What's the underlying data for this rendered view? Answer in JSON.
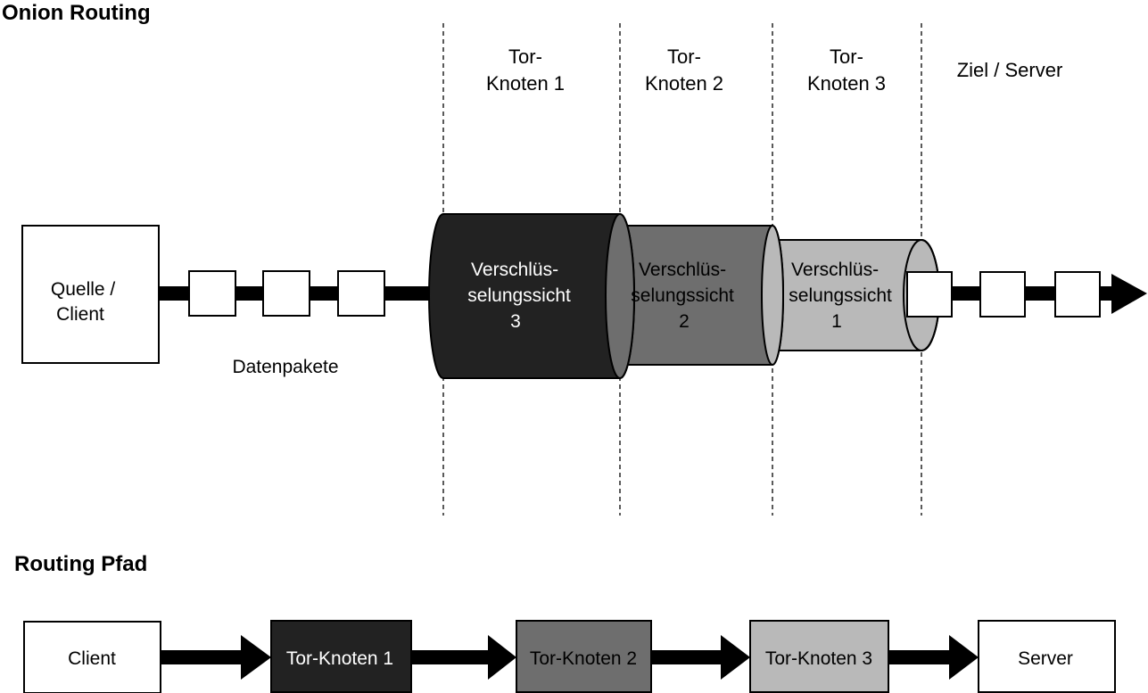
{
  "onion": {
    "title": "Onion Routing",
    "columns": [
      {
        "line1": "Tor-",
        "line2": "Knoten 1"
      },
      {
        "line1": "Tor-",
        "line2": "Knoten 2"
      },
      {
        "line1": "Tor-",
        "line2": "Knoten 3"
      },
      {
        "line1": "Ziel / Server",
        "line2": ""
      }
    ],
    "source": {
      "line1": "Quelle /",
      "line2": "Client"
    },
    "packets_label": "Datenpakete",
    "layers": [
      {
        "line1": "Verschlüs-",
        "line2": "selungssicht",
        "line3": "3",
        "color": "#222222"
      },
      {
        "line1": "Verschlüs-",
        "line2": "selungssicht",
        "line3": "2",
        "color": "#6e6e6e"
      },
      {
        "line1": "Verschlüs-",
        "line2": "selungssicht",
        "line3": "1",
        "color": "#b9b9b9"
      }
    ]
  },
  "path": {
    "title": "Routing Pfad",
    "nodes": [
      {
        "label": "Client",
        "color": "#ffffff"
      },
      {
        "label": "Tor-Knoten 1",
        "color": "#222222"
      },
      {
        "label": "Tor-Knoten 2",
        "color": "#6e6e6e"
      },
      {
        "label": "Tor-Knoten 3",
        "color": "#b9b9b9"
      },
      {
        "label": "Server",
        "color": "#ffffff"
      }
    ]
  }
}
